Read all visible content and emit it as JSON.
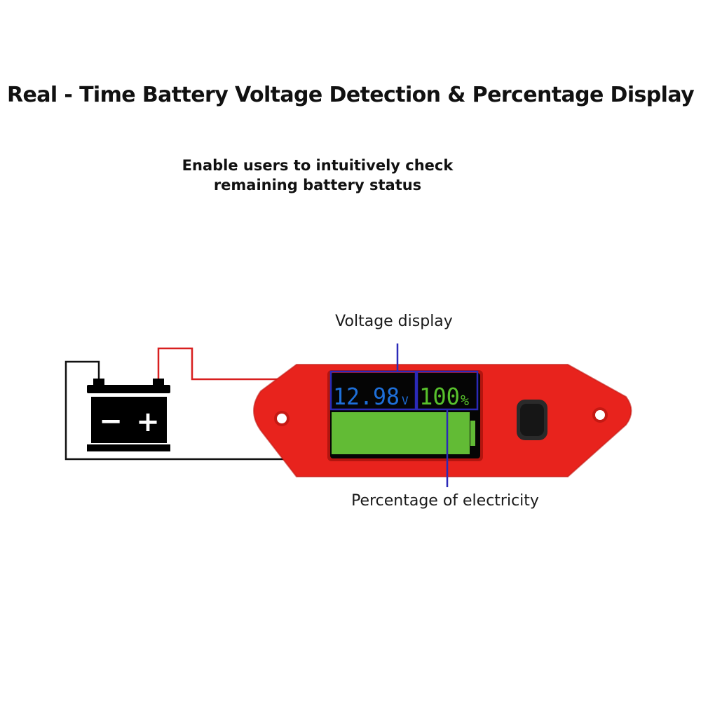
{
  "heading": {
    "title": "Real - Time Battery Voltage Detection & Percentage Display",
    "subtitle_line1": "Enable users to intuitively check",
    "subtitle_line2": "remaining battery status"
  },
  "callouts": {
    "voltage": "Voltage display",
    "percentage": "Percentage of electricity"
  },
  "lcd": {
    "voltage_value": "12.98",
    "voltage_unit": "V",
    "percent_value": "100",
    "percent_sign": "%",
    "charge_level": 1.0
  },
  "battery_symbol": {
    "minus": "−",
    "plus": "+"
  },
  "colors": {
    "housing": "#e8231d",
    "wire_positive": "#d81f1f",
    "wire_negative": "#111111",
    "voltage_text": "#1e6fd9",
    "percent_text": "#58c12c",
    "bar_fill": "#62bb35",
    "callout_frame": "#2b2ab8"
  }
}
